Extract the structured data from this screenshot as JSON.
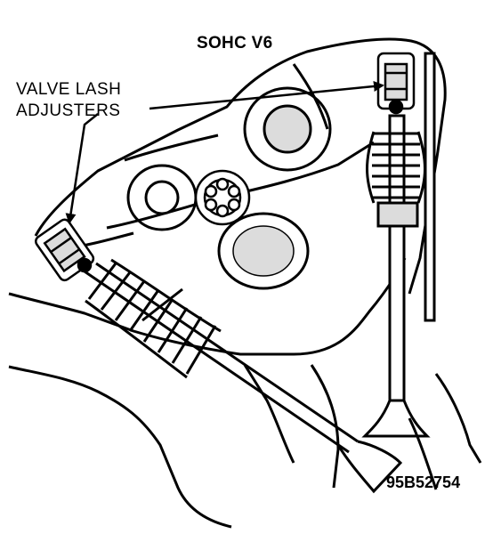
{
  "diagram": {
    "title": "SOHC V6",
    "callout": {
      "line1": "VALVE LASH",
      "line2": "ADJUSTERS"
    },
    "figure_code": "95B52754"
  },
  "colors": {
    "ink": "#000000",
    "paper": "#ffffff",
    "shade": "#dcdcdc"
  }
}
